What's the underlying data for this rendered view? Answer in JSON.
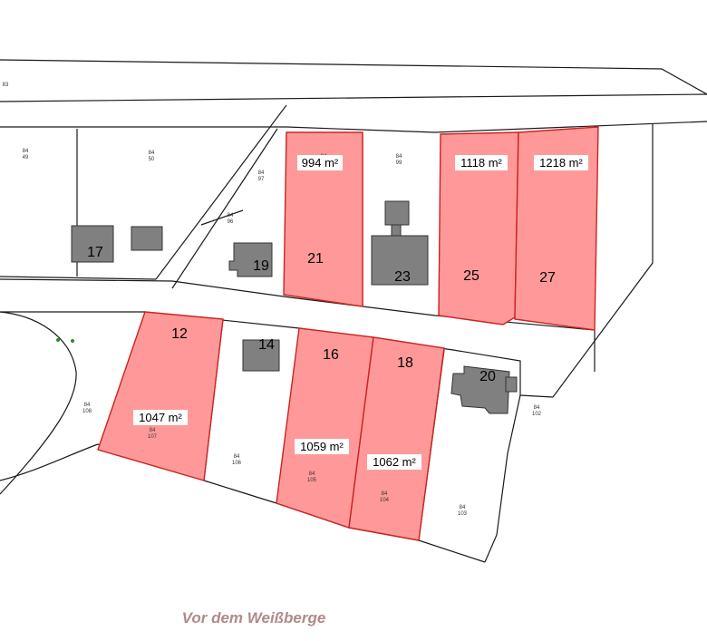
{
  "street_name": "Vor dem Weißberge",
  "colors": {
    "plot_fill": "#ff9999",
    "plot_stroke": "#cc2222",
    "building": "#808080",
    "street_text": "#b08a8a"
  },
  "plots_for_sale": [
    {
      "id": "plot-21",
      "number": "21",
      "area": "994 m²"
    },
    {
      "id": "plot-25",
      "number": "25",
      "area": "1118 m²"
    },
    {
      "id": "plot-27",
      "number": "27",
      "area": "1218 m²"
    },
    {
      "id": "plot-12",
      "number": "12",
      "area": "1047 m²"
    },
    {
      "id": "plot-16",
      "number": "16",
      "area": "1059 m²"
    },
    {
      "id": "plot-18",
      "number": "18",
      "area": "1062 m²"
    }
  ],
  "house_numbers": [
    "17",
    "19",
    "23",
    "14",
    "20"
  ],
  "parcel_ids": {
    "p83": "83",
    "p49": [
      "84",
      "49"
    ],
    "p50": [
      "84",
      "50"
    ],
    "p97": [
      "84",
      "97"
    ],
    "p96": [
      "84",
      "96"
    ],
    "p99": [
      "84",
      "99"
    ],
    "p108": [
      "84",
      "108"
    ],
    "p107": [
      "84",
      "107"
    ],
    "p106": [
      "84",
      "106"
    ],
    "p105": [
      "84",
      "105"
    ],
    "p104": [
      "84",
      "104"
    ],
    "p103": [
      "84",
      "103"
    ],
    "p102": [
      "84",
      "102"
    ],
    "p98": "84"
  }
}
